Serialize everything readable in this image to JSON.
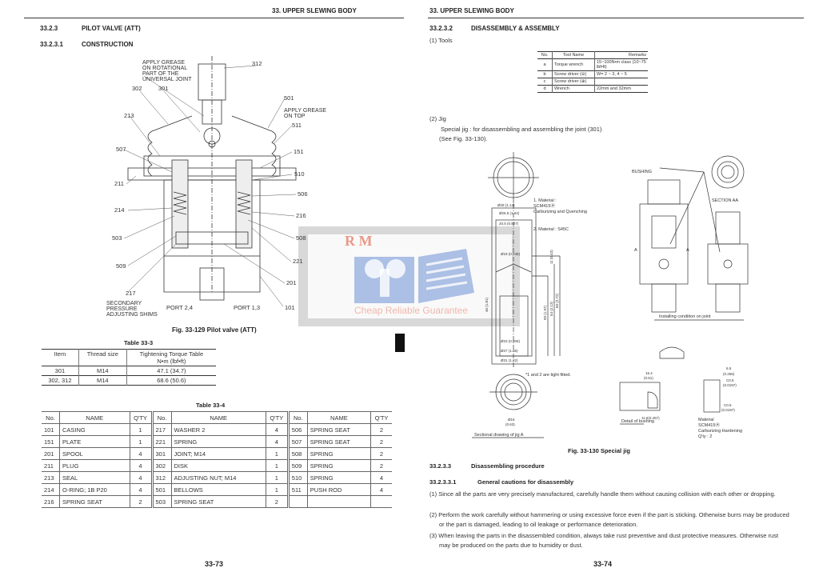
{
  "left_page": {
    "header": "33. UPPER SLEWING BODY",
    "section_num": "33.2.3",
    "section_title": "PILOT VALVE (ATT)",
    "subsection_num": "33.2.3.1",
    "subsection_title": "CONSTRUCTION",
    "figure": {
      "caption": "Fig. 33-129 Pilot valve (ATT)",
      "notes": {
        "grease_joint": [
          "APPLY GREASE",
          "ON ROTATIONAL",
          "PART OF THE",
          "UNIVERSAL JOINT"
        ],
        "grease_top": [
          "APPLY GREASE",
          "ON TOP"
        ],
        "shims": [
          "SECONDARY",
          "PRESSURE",
          "ADJUSTING SHIMS"
        ],
        "port_left": "PORT 2,4",
        "port_right": "PORT 1,3"
      },
      "callouts": {
        "c312": "312",
        "c302": "302",
        "c301": "301",
        "c501": "501",
        "c511": "511",
        "c213": "213",
        "c507": "507",
        "c151": "151",
        "c510": "510",
        "c211": "211",
        "c506": "506",
        "c214": "214",
        "c216": "216",
        "c503": "503",
        "c508": "508",
        "c221": "221",
        "c509": "509",
        "c201": "201",
        "c217": "217",
        "c101": "101"
      }
    },
    "table_33_3": {
      "title": "Table 33-3",
      "headers": [
        "Item",
        "Thread size",
        "Tightening Torque Table",
        "N•m (lbf•ft)"
      ],
      "rows": [
        [
          "301",
          "M14",
          "47.1 (34.7)"
        ],
        [
          "302, 312",
          "M14",
          "68.6 (50.6)"
        ]
      ]
    },
    "table_33_4": {
      "title": "Table 33-4",
      "headers": [
        "No.",
        "NAME",
        "Q'TY"
      ],
      "rows": [
        [
          "101",
          "CASING",
          "1",
          "217",
          "WASHER 2",
          "4",
          "506",
          "SPRING SEAT",
          "2"
        ],
        [
          "151",
          "PLATE",
          "1",
          "221",
          "SPRING",
          "4",
          "507",
          "SPRING SEAT",
          "2"
        ],
        [
          "201",
          "SPOOL",
          "4",
          "301",
          "JOINT; M14",
          "1",
          "508",
          "SPRING",
          "2"
        ],
        [
          "211",
          "PLUG",
          "4",
          "302",
          "DISK",
          "1",
          "509",
          "SPRING",
          "2"
        ],
        [
          "213",
          "SEAL",
          "4",
          "312",
          "ADJUSTING NUT; M14",
          "1",
          "510",
          "SPRING",
          "4"
        ],
        [
          "214",
          "O-RING; 1B P20",
          "4",
          "501",
          "BELLOWS",
          "1",
          "511",
          "PUSH ROD",
          "4"
        ],
        [
          "216",
          "SPRING SEAT",
          "2",
          "503",
          "SPRING SEAT",
          "2",
          "",
          "",
          ""
        ]
      ]
    },
    "page_number": "33-73"
  },
  "right_page": {
    "header": "33. UPPER SLEWING BODY",
    "section_num": "33.2.3.2",
    "section_title": "DISASSEMBLY & ASSEMBLY",
    "tools_label": "(1)  Tools",
    "tools_table": {
      "headers": [
        "No.",
        "Tool Name",
        "Remarks"
      ],
      "rows": [
        [
          "a",
          "Torque wrench",
          "15~100N•m class (10~75 lbf•ft)"
        ],
        [
          "b",
          "Screw driver (⊖)",
          "W= 2 ~ 3, 4 ~ 5"
        ],
        [
          "c",
          "Screw driver (⊕)",
          ""
        ],
        [
          "d",
          "Wrench",
          "22mm and 32mm"
        ]
      ]
    },
    "jig_label": "(2)  Jig",
    "jig_text": "Special jig : for disassembling and assembling the joint (301)",
    "jig_ref": "(See Fig. 33-130).",
    "figure": {
      "caption": "Fig. 33-130 Special jig",
      "material1": [
        "1. Material :",
        "SCM415Ⓗ",
        "Carburizing and Quenching"
      ],
      "material2": "2. Material : S45C",
      "tight_note": "*1 and 2 are tight fitted.",
      "sectional": "Sectional drawing of jig A",
      "bushing": "BUSHING",
      "section_aa": "SECTION AA",
      "installing": "Installing condition on joint",
      "detail": "Detail of bushing",
      "bushing_material": [
        "Material",
        "SCM415Ⓗ",
        "Carburizing Hardening",
        "Q'ty : 2"
      ],
      "section_mark": "A",
      "dims": {
        "d29": "Ø29 (1.14)",
        "d265": "Ø26.5 (1.04)",
        "d205": "20.5 (0.807)",
        "d19": "Ø19 (0.748)",
        "d23": "Ø23 (0.906)",
        "d27": "Ø27 (1.06)",
        "d31": "Ø31 (1.22)",
        "d16": "Ø16",
        "d16b": "(0.63)",
        "h50": "50 (1.97)",
        "h54": "54 (2.13)",
        "h69": "69 (2.72)",
        "h11": "11 (0.43)",
        "h46": "46 (1.81)",
        "w154": "15.4",
        "w154b": "(0.61)",
        "w116": "11.6(0.457)",
        "w65": "6.5",
        "w65b": "(0.256)",
        "c05": "C0.5",
        "c05b": "(0.0197)",
        "c05c": "C0.5",
        "c05d": "(0.0197)"
      }
    },
    "proc_num": "33.2.3.3",
    "proc_title": "Disassembling procedure",
    "cautions_num": "33.2.3.3.1",
    "cautions_title": "General cautions for disassembly",
    "cautions": [
      "(1)  Since all the parts are very precisely manufactured, carefully handle them without causing collision with each other or dropping.",
      "(2)  Perform the work carefully without hammering or using excessive force even if the part is sticking. Otherwise burrs may be produced or the part is damaged, leading to oil leakage or performance deterioration.",
      "(3)  When leaving the parts in the disassembled condition, always take rust preventive and dust protective measures. Otherwise rust may be produced on the parts due to humidity or dust."
    ],
    "page_number": "33-74"
  },
  "watermark": {
    "brand": "R M",
    "slogan": "Cheap Reliable Guarantee",
    "colors": {
      "red": "#e8806a",
      "blue": "#6d8fd6"
    }
  }
}
